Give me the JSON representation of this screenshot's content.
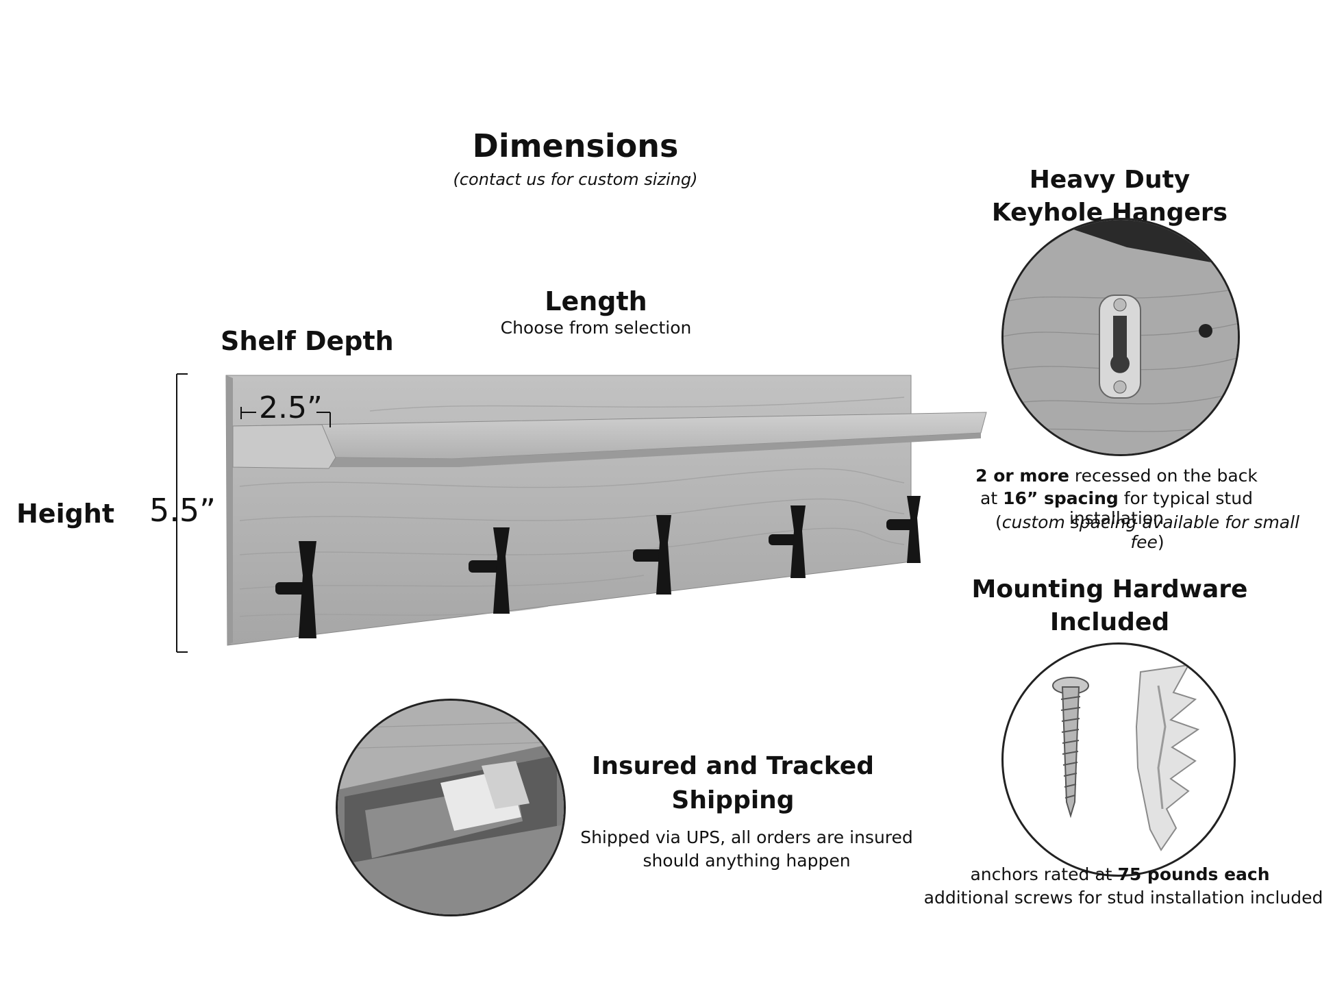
{
  "dimensions": {
    "title": "Dimensions",
    "subtitle": "(contact us for custom sizing)"
  },
  "length": {
    "title": "Length",
    "caption": "Choose from selection"
  },
  "shelf_depth": {
    "title": "Shelf Depth",
    "value": "2.5”"
  },
  "height": {
    "title": "Height",
    "value": "5.5”"
  },
  "keyhole": {
    "title_line1": "Heavy Duty",
    "title_line2": "Keyhole Hangers",
    "desc1_bold": "2 or more",
    "desc1_rest": " recessed on the back",
    "desc2_pre": "at ",
    "desc2_bold": "16” spacing",
    "desc2_rest": " for typical stud installation",
    "desc3": "custom spacing available for small fee"
  },
  "mounting": {
    "title_line1": "Mounting Hardware",
    "title_line2": "Included",
    "desc1_pre": "anchors rated at ",
    "desc1_bold": "75 pounds each",
    "desc2": "additional screws for stud installation included"
  },
  "shipping": {
    "title_line1": "Insured and Tracked",
    "title_line2": "Shipping",
    "desc1": "Shipped via UPS, all orders are insured",
    "desc2": "should anything happen"
  },
  "colors": {
    "wood_light": "#b9b9b9",
    "wood_mid": "#a2a2a2",
    "wood_dark": "#8a8a8a",
    "hook": "#151515"
  },
  "icons": {
    "shelf": "coat-rack-shelf-illustration",
    "keyhole": "keyhole-hanger-photo",
    "hardware": "screw-and-anchor-photo",
    "package": "shipping-box-photo"
  }
}
